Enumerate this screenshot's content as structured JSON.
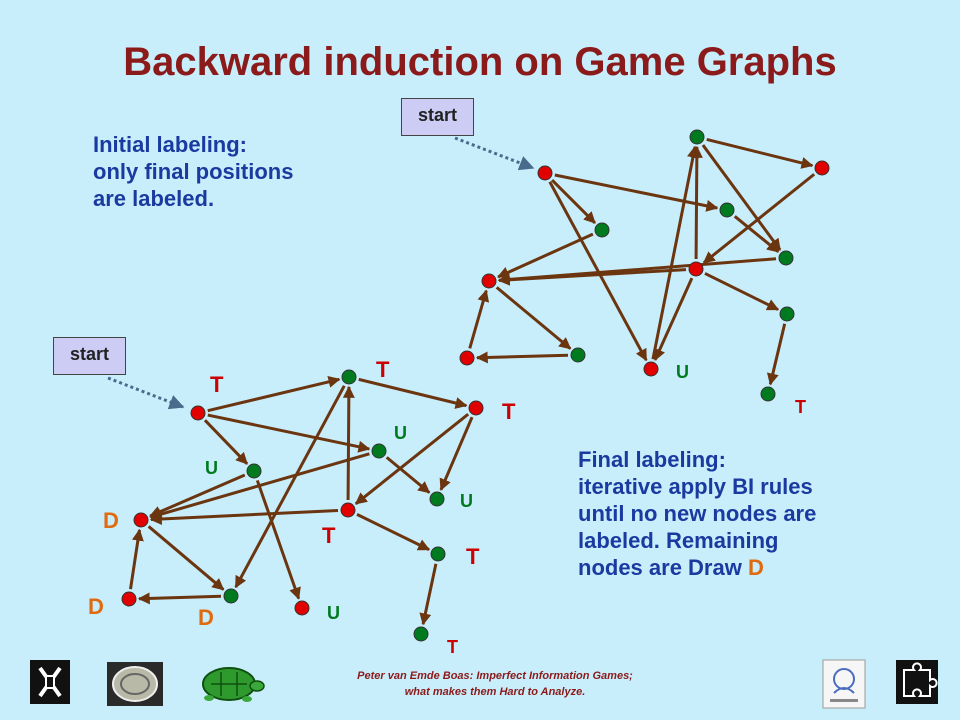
{
  "title": "Backward induction on Game Graphs",
  "initial": {
    "lines": [
      "Initial labeling:",
      "only final positions",
      "are  labeled."
    ]
  },
  "final": {
    "lines": [
      "Final labeling:",
      "iterative apply  BI rules",
      "until no new nodes are",
      "labeled. Remaining",
      "nodes are Draw "
    ],
    "draw_letter": "D"
  },
  "start_label": "start",
  "graph_top": {
    "labels": [
      "U",
      "T"
    ]
  },
  "graph_bottom": {
    "labels": [
      "T",
      "T",
      "T",
      "U",
      "U",
      "U",
      "D",
      "T",
      "T",
      "D",
      "D",
      "U",
      "T"
    ]
  },
  "colors": {
    "red_node": "#e00000",
    "green_node": "#007a1f",
    "edge": "#6b3510",
    "label_T": "#cc0000",
    "label_U": "#007a1f",
    "label_D": "#e06a10"
  },
  "footer": {
    "line1": "Peter van Emde Boas: Imperfect Information Games;",
    "line2": "what makes them Hard to Analyze."
  },
  "logos": [
    "university-seal-icon",
    "coin-icon",
    "turtle-icon",
    "book-cover-icon",
    "puzzle-icon"
  ]
}
